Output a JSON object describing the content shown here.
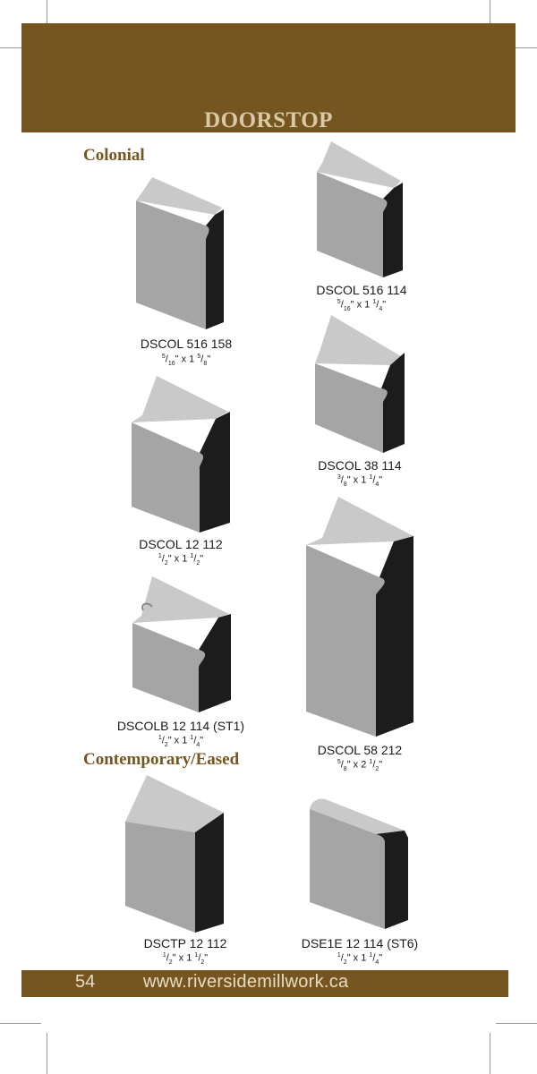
{
  "header": {
    "title": "DOORSTOP"
  },
  "sections": {
    "colonial": "Colonial",
    "contemporary": "Contemporary/Eased"
  },
  "products": [
    {
      "code": "DSCOL 516 158",
      "dim": {
        "t_num": "5",
        "t_den": "16",
        "w_whole": "1",
        "w_num": "5",
        "w_den": "8"
      }
    },
    {
      "code": "DSCOL 516 114",
      "dim": {
        "t_num": "5",
        "t_den": "16",
        "w_whole": "1",
        "w_num": "1",
        "w_den": "4"
      }
    },
    {
      "code": "DSCOL 38 114",
      "dim": {
        "t_num": "3",
        "t_den": "8",
        "w_whole": "1",
        "w_num": "1",
        "w_den": "4"
      }
    },
    {
      "code": "DSCOL 12 112",
      "dim": {
        "t_num": "1",
        "t_den": "2",
        "w_whole": "1",
        "w_num": "1",
        "w_den": "2"
      }
    },
    {
      "code": "DSCOL 58 212",
      "dim": {
        "t_num": "5",
        "t_den": "8",
        "w_whole": "2",
        "w_num": "1",
        "w_den": "2"
      }
    },
    {
      "code": "DSCOLB 12 114 (ST1)",
      "dim": {
        "t_num": "1",
        "t_den": "2",
        "w_whole": "1",
        "w_num": "1",
        "w_den": "4"
      }
    },
    {
      "code": "DSCTP 12 112",
      "dim": {
        "t_num": "1",
        "t_den": "2",
        "w_whole": "1",
        "w_num": "1",
        "w_den": "2"
      }
    },
    {
      "code": "DSE1E 12 114 (ST6)",
      "dim": {
        "t_num": "1",
        "t_den": "2",
        "w_whole": "1",
        "w_num": "1",
        "w_den": "4"
      }
    }
  ],
  "footer": {
    "page_number": "54",
    "website": "www.riversidemillwork.ca"
  },
  "colors": {
    "brand": "#755520",
    "header_text": "#d9c9a6",
    "face": "#a5a5a5",
    "side": "#1c1c1c"
  }
}
